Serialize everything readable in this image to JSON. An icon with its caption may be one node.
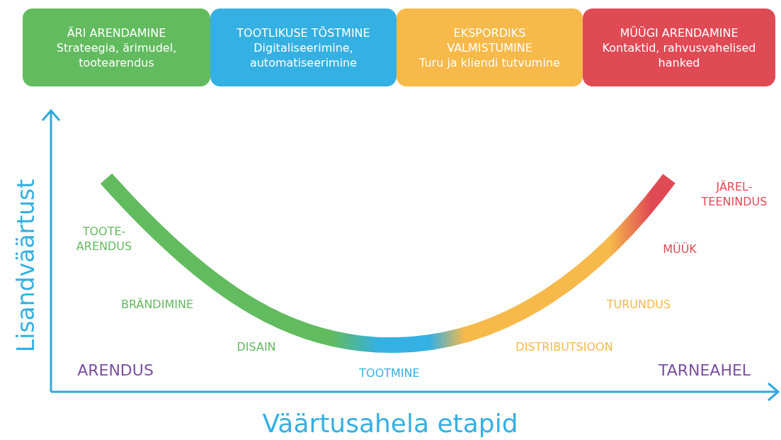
{
  "diagram": {
    "nodes": [
      {
        "text": [
          "ÄRI ARENDAMINE",
          "Strateegia, ärimudel, tootearendus"
        ]
      },
      {
        "text": [
          "TOOTLIKUSE TÕSTMINE",
          "Digitaliseerimine, automatiseerimine"
        ]
      },
      {
        "text": [
          "EKSPORDIKS VALMISTUMINE",
          "Turu ja kliendi tutvumine"
        ]
      },
      {
        "text": [
          "MÜÜGI ARENDAMINE",
          "Kontaktid, rahvusvahelised hanked"
        ]
      }
    ],
    "labels": [
      "JÄREL-TEENINDUS",
      "TOOTE-ARENDUS",
      "MÜÜK",
      "BRÄNDIMINE",
      "TURUNDUS",
      "DISAIN",
      "DISTRIBUTSIOON",
      "ARENDUS",
      "TOOTMINE",
      "TARNEAHEL",
      "Lisandväärtust",
      "Väärtusahela etapid"
    ]
  }
}
